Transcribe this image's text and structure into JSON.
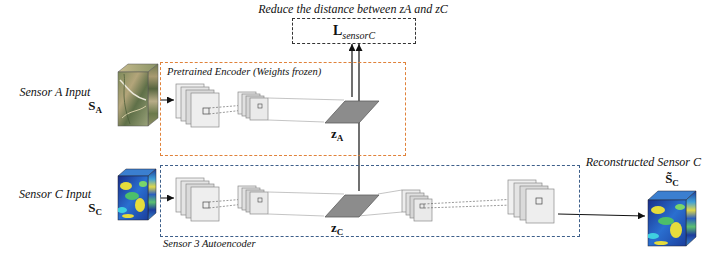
{
  "diagram": {
    "title": "Reduce the distance between zA and zC",
    "nodes": [
      {
        "text": [
          "L",
          "sensorC"
        ]
      },
      {
        "text": [
          "Pretrained Encoder (Weights frozen)"
        ]
      },
      {
        "text": [
          "z",
          "A"
        ],
        "in": 1
      },
      {
        "text": [
          "Sensor 3 Autoencoder"
        ]
      },
      {
        "text": [
          "z",
          "C"
        ],
        "in": 3
      }
    ],
    "edges": [
      {
        "from": 2,
        "to": 0,
        "arrow": "to"
      },
      {
        "from": 4,
        "to": 0,
        "arrow": "to"
      }
    ],
    "labels": [
      "Sensor A Input",
      "S",
      "A",
      "Sensor C Input",
      "S",
      "C",
      "Reconstructed Sensor C",
      "S̃",
      "C"
    ]
  }
}
